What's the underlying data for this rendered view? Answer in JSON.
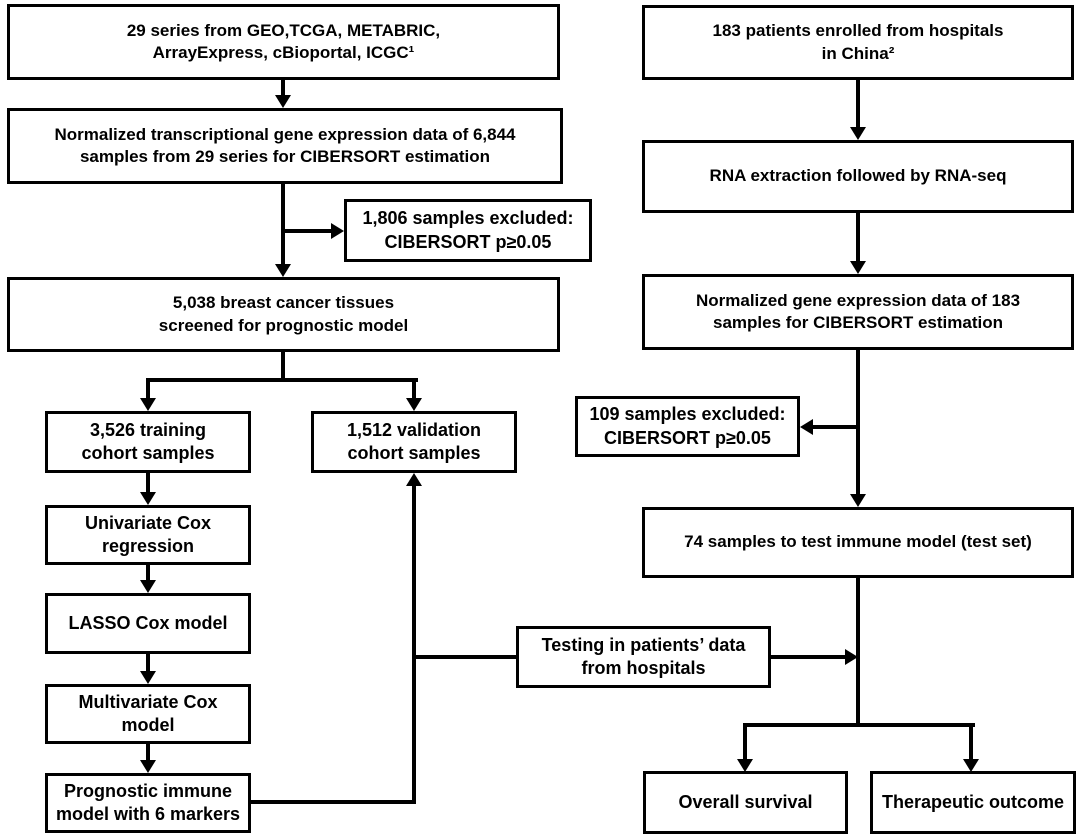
{
  "diagram": {
    "title": "Study design flowchart: prognostic immune model for breast cancer",
    "colors": {
      "line": "#000000",
      "box_border": "#000000",
      "background": "#ffffff",
      "text": "#000000"
    },
    "nodes": {
      "series_sources": {
        "label": "29 series from GEO,TCGA, METABRIC,\nArrayExpress, cBioportal, ICGC¹"
      },
      "normalized_6844": {
        "label": "Normalized transcriptional gene expression data of 6,844\nsamples from 29 series for CIBERSORT estimation"
      },
      "excluded_1806": {
        "label": "1,806 samples excluded:\nCIBERSORT p≥0.05"
      },
      "tissues_5038": {
        "label": "5,038 breast cancer tissues\nscreened for prognostic model"
      },
      "training_3526": {
        "label": "3,526 training\ncohort samples"
      },
      "validation_1512": {
        "label": "1,512 validation\ncohort samples"
      },
      "univariate_cox": {
        "label": "Univariate Cox\nregression"
      },
      "lasso_cox": {
        "label": "LASSO Cox model"
      },
      "multivariate_cox": {
        "label": "Multivariate Cox\nmodel"
      },
      "prognostic_model": {
        "label": "Prognostic immune\nmodel with 6 markers"
      },
      "testing_hospitals": {
        "label": "Testing in patients’ data\nfrom hospitals"
      },
      "patients_183": {
        "label": "183 patients enrolled from hospitals\nin China²"
      },
      "rna_extraction": {
        "label": "RNA extraction followed by RNA-seq"
      },
      "normalized_183": {
        "label": "Normalized gene expression data of 183\nsamples for CIBERSORT estimation"
      },
      "excluded_109": {
        "label": "109 samples excluded:\nCIBERSORT p≥0.05"
      },
      "test_set_74": {
        "label": "74 samples to test immune model (test set)"
      },
      "overall_survival": {
        "label": "Overall survival"
      },
      "therapeutic_outcome": {
        "label": "Therapeutic outcome"
      }
    },
    "edges": [
      {
        "from": "series_sources",
        "to": "normalized_6844"
      },
      {
        "from": "normalized_6844",
        "to": "excluded_1806"
      },
      {
        "from": "normalized_6844",
        "to": "tissues_5038"
      },
      {
        "from": "tissues_5038",
        "to": "training_3526"
      },
      {
        "from": "tissues_5038",
        "to": "validation_1512"
      },
      {
        "from": "training_3526",
        "to": "univariate_cox"
      },
      {
        "from": "univariate_cox",
        "to": "lasso_cox"
      },
      {
        "from": "lasso_cox",
        "to": "multivariate_cox"
      },
      {
        "from": "multivariate_cox",
        "to": "prognostic_model"
      },
      {
        "from": "prognostic_model",
        "to": "validation_1512"
      },
      {
        "from": "prognostic_model",
        "to": "testing_hospitals"
      },
      {
        "from": "testing_hospitals",
        "to": "test_set_74_branch"
      },
      {
        "from": "patients_183",
        "to": "rna_extraction"
      },
      {
        "from": "rna_extraction",
        "to": "normalized_183"
      },
      {
        "from": "normalized_183",
        "to": "excluded_109"
      },
      {
        "from": "normalized_183",
        "to": "test_set_74"
      },
      {
        "from": "test_set_74",
        "to": "overall_survival"
      },
      {
        "from": "test_set_74",
        "to": "therapeutic_outcome"
      }
    ]
  }
}
